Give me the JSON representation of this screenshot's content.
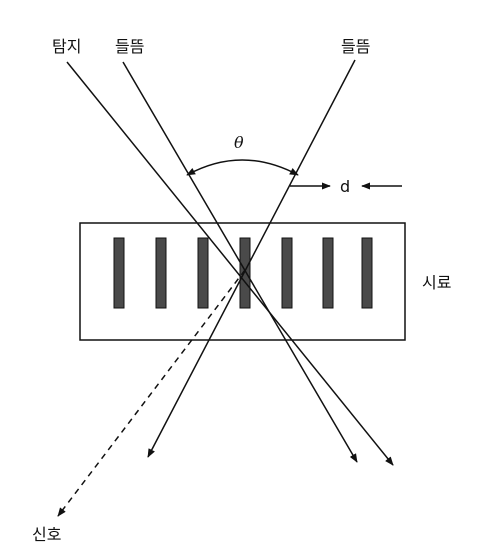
{
  "labels": {
    "probe": "탐지",
    "pump_left": "들뜸",
    "pump_right": "들뜸",
    "angle": "θ",
    "spacing": "d",
    "sample": "시료",
    "signal": "신호"
  },
  "colors": {
    "line": "#111111",
    "grating_fill": "#4a4a4a",
    "background": "#ffffff"
  },
  "grating": {
    "fringe_count": 7
  }
}
